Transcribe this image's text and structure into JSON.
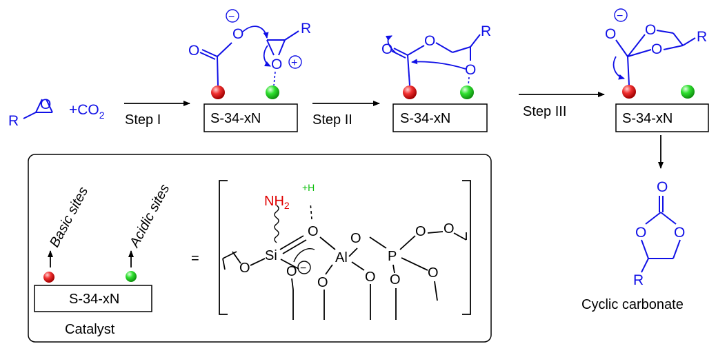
{
  "reaction": {
    "reactant_co2": "+CO",
    "co2_subscript": "2",
    "substituent": "R",
    "oxygen": "O",
    "steps": [
      "Step I",
      "Step II",
      "Step III"
    ],
    "support_label": "S-34-xN",
    "charge_minus": "⊖",
    "charge_plus": "⊕",
    "product_label": "Cyclic carbonate"
  },
  "legend": {
    "basic_sites": "Basic sites",
    "acidic_sites": "Acidic sites",
    "catalyst_box": "S-34-xN",
    "catalyst_caption": "Catalyst",
    "equals": "=",
    "nh2": "NH",
    "nh2_subscript": "2",
    "proton": "+H",
    "atoms": {
      "si": "Si",
      "al": "Al",
      "p": "P",
      "o": "O"
    }
  },
  "colors": {
    "bond": "#1010e6",
    "basic_site": "#e02020",
    "acidic_site": "#20d020",
    "nh2": "#e00000",
    "proton": "#10c010"
  }
}
